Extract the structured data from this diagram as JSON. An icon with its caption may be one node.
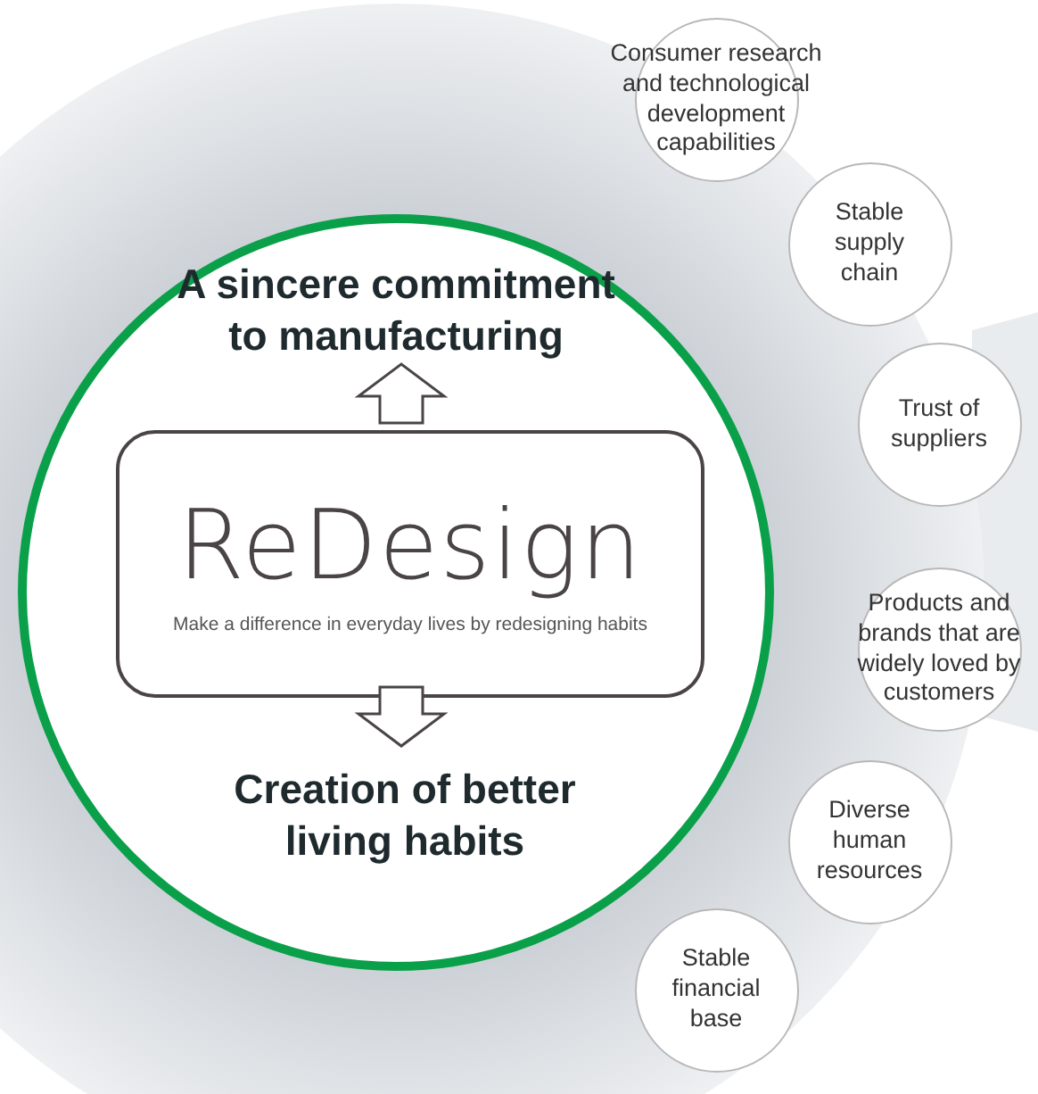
{
  "diagram": {
    "nodes": [
      {
        "text": [],
        "shape": "circle"
      },
      {
        "text": [
          "A sincere commitment to manufacturing"
        ],
        "in": 0
      },
      {
        "text": [
          "ReDesign",
          "Make a difference in everyday lives by redesigning habits"
        ],
        "in": 0
      },
      {
        "text": [
          "Creation of better living habits"
        ],
        "in": 0
      },
      {
        "text": [
          "Consumer research and technological development capabilities"
        ]
      },
      {
        "text": [
          "Stable supply chain"
        ]
      },
      {
        "text": [
          "Trust of suppliers"
        ]
      },
      {
        "text": [
          "Products and brands that are widely loved by customers"
        ]
      },
      {
        "text": [
          "Diverse human resources"
        ]
      },
      {
        "text": [
          "Stable financial base"
        ]
      }
    ],
    "edges": [
      {
        "from": 2,
        "to": 1,
        "arrow": "to"
      },
      {
        "from": 2,
        "to": 3,
        "arrow": "to"
      }
    ]
  }
}
